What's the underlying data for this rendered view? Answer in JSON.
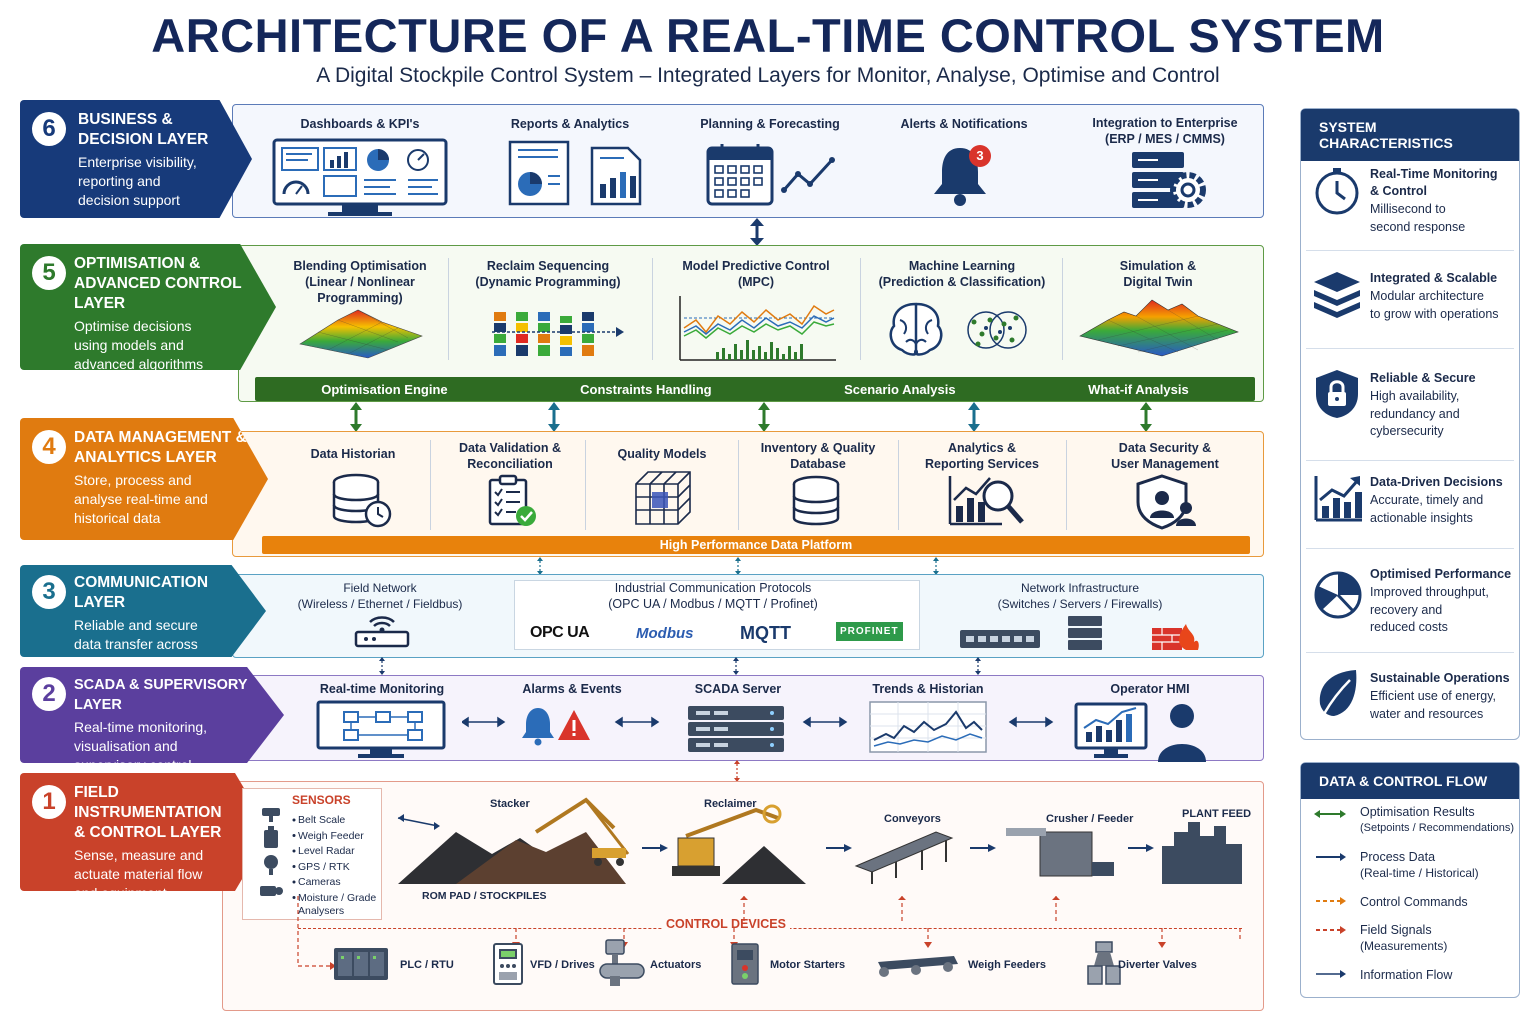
{
  "title": "ARCHITECTURE OF A REAL-TIME CONTROL SYSTEM",
  "subtitle": "A Digital Stockpile Control System – Integrated Layers for Monitor, Analyse, Optimise and Control",
  "layers": [
    {
      "num": "6",
      "title1": "BUSINESS &",
      "title2": "DECISION LAYER",
      "desc": "Enterprise visibility, reporting and decision support",
      "color": "#173a7a",
      "components": [
        {
          "l1": "Dashboards & KPI's",
          "l2": "",
          "icon": "dashboard-icon"
        },
        {
          "l1": "Reports & Analytics",
          "l2": "",
          "icon": "reports-icon"
        },
        {
          "l1": "Planning & Forecasting",
          "l2": "",
          "icon": "calendar-icon"
        },
        {
          "l1": "Alerts & Notifications",
          "l2": "",
          "icon": "bell-icon",
          "badge": "3"
        },
        {
          "l1": "Integration to Enterprise",
          "l2": "(ERP / MES / CMMS)",
          "icon": "server-gear-icon"
        }
      ]
    },
    {
      "num": "5",
      "title1": "OPTIMISATION &",
      "title2": "ADVANCED CONTROL LAYER",
      "desc": "Optimise decisions using models and advanced algorithms",
      "color": "#2e7a2c",
      "components": [
        {
          "l1": "Blending Optimisation",
          "l2": "(Linear / Nonlinear",
          "l3": "Programming)",
          "icon": "surface-plot-icon"
        },
        {
          "l1": "Reclaim Sequencing",
          "l2": "(Dynamic Programming)",
          "icon": "sequence-bars-icon"
        },
        {
          "l1": "Model Predictive Control",
          "l2": "(MPC)",
          "icon": "mpc-chart-icon"
        },
        {
          "l1": "Machine Learning",
          "l2": "(Prediction & Classification)",
          "icon": "brain-icon"
        },
        {
          "l1": "Simulation &",
          "l2": "Digital Twin",
          "icon": "digital-twin-icon"
        }
      ],
      "strip": [
        "Optimisation Engine",
        "Constraints Handling",
        "Scenario Analysis",
        "What-if Analysis"
      ]
    },
    {
      "num": "4",
      "title1": "DATA MANAGEMENT &",
      "title2": "ANALYTICS LAYER",
      "desc": "Store, process and analyse real-time and historical data",
      "color": "#e07b10",
      "components": [
        {
          "l1": "Data Historian",
          "l2": "",
          "icon": "database-clock-icon"
        },
        {
          "l1": "Data Validation &",
          "l2": "Reconciliation",
          "icon": "checklist-icon"
        },
        {
          "l1": "Quality Models",
          "l2": "",
          "icon": "cube-grid-icon"
        },
        {
          "l1": "Inventory & Quality",
          "l2": "Database",
          "icon": "database-icon"
        },
        {
          "l1": "Analytics &",
          "l2": "Reporting Services",
          "icon": "analytics-icon"
        },
        {
          "l1": "Data Security &",
          "l2": "User Management",
          "icon": "user-shield-icon"
        }
      ],
      "strip": "High Performance Data Platform"
    },
    {
      "num": "3",
      "title1": "COMMUNICATION LAYER",
      "title2": "",
      "desc": "Reliable and secure data transfer across the system",
      "color": "#1a6f8e",
      "components": [
        {
          "l1": "Field Network",
          "l2": "(Wireless / Ethernet / Fieldbus)",
          "icon": "router-icon"
        },
        {
          "l1": "Industrial Communication Protocols",
          "l2": "(OPC UA / Modbus / MQTT / Profinet)",
          "icon": "protocols-icon"
        },
        {
          "l1": "Network Infrastructure",
          "l2": "(Switches / Servers / Firewalls)",
          "icon": "network-infra-icon"
        }
      ],
      "protocols": [
        "OPC UA",
        "Modbus",
        "MQTT",
        "PROFINET"
      ]
    },
    {
      "num": "2",
      "title1": "SCADA & SUPERVISORY LAYER",
      "title2": "",
      "desc": "Real-time monitoring, visualisation and supervisory control",
      "color": "#5b3f9e",
      "components": [
        {
          "l1": "Real-time Monitoring",
          "icon": "monitor-flow-icon"
        },
        {
          "l1": "Alarms & Events",
          "icon": "alarm-icon"
        },
        {
          "l1": "SCADA Server",
          "icon": "server-rack-icon"
        },
        {
          "l1": "Trends & Historian",
          "icon": "trend-chart-icon"
        },
        {
          "l1": "Operator HMI",
          "icon": "operator-icon"
        }
      ]
    },
    {
      "num": "1",
      "title1": "FIELD INSTRUMENTATION",
      "title2": "& CONTROL LAYER",
      "desc": "Sense, measure and actuate material flow and equipment",
      "color": "#c9422a",
      "sensors_title": "SENSORS",
      "sensors": [
        "Belt Scale",
        "Weigh Feeder",
        "Level Radar",
        "GPS / RTK",
        "Cameras",
        "Moisture / Grade",
        "Analysers"
      ],
      "equipment": [
        "Stacker",
        "Reclaimer",
        "Conveyors",
        "Crusher / Feeder",
        "PLANT FEED"
      ],
      "stockpile_label": "ROM PAD / STOCKPILES",
      "control_title": "CONTROL DEVICES",
      "devices": [
        "PLC / RTU",
        "VFD / Drives",
        "Actuators",
        "Motor Starters",
        "Weigh Feeders",
        "Diverter Valves"
      ]
    }
  ],
  "characteristics": {
    "title": "SYSTEM CHARACTERISTICS",
    "items": [
      {
        "t1": "Real-Time Monitoring",
        "t2": "& Control",
        "d": [
          "Millisecond to",
          "second response"
        ],
        "icon": "clock-icon"
      },
      {
        "t1": "Integrated & Scalable",
        "t2": "",
        "d": [
          "Modular architecture",
          "to grow with operations"
        ],
        "icon": "layers-icon"
      },
      {
        "t1": "Reliable & Secure",
        "t2": "",
        "d": [
          "High availability,",
          "redundancy and",
          "cybersecurity"
        ],
        "icon": "shield-lock-icon"
      },
      {
        "t1": "Data-Driven Decisions",
        "t2": "",
        "d": [
          "Accurate, timely and",
          "actionable insights"
        ],
        "icon": "growth-chart-icon"
      },
      {
        "t1": "Optimised Performance",
        "t2": "",
        "d": [
          "Improved throughput,",
          "recovery and",
          "reduced costs"
        ],
        "icon": "pie-icon"
      },
      {
        "t1": "Sustainable Operations",
        "t2": "",
        "d": [
          "Efficient use of energy,",
          "water and resources"
        ],
        "icon": "leaf-icon"
      }
    ]
  },
  "flow": {
    "title": "DATA & CONTROL FLOW",
    "items": [
      {
        "l1": "Optimisation Results",
        "l2": "(Setpoints / Recommendations)",
        "color": "#2e7a2c",
        "style": "double"
      },
      {
        "l1": "Process Data",
        "l2": "(Real-time / Historical)",
        "color": "#1a3a6c",
        "style": "solid"
      },
      {
        "l1": "Control Commands",
        "l2": "",
        "color": "#e07b10",
        "style": "dashed"
      },
      {
        "l1": "Field Signals",
        "l2": "(Measurements)",
        "color": "#c9422a",
        "style": "dashed"
      },
      {
        "l1": "Information Flow",
        "l2": "",
        "color": "#1a3a6c",
        "style": "solid"
      }
    ]
  }
}
